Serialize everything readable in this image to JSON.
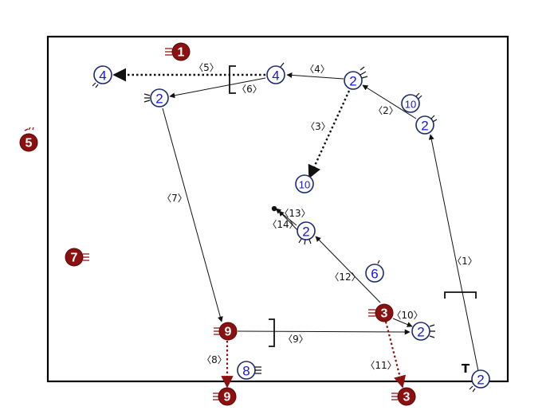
{
  "frame": {
    "border_color": "#000000"
  },
  "colors": {
    "red_stone": "#8b1010",
    "blue_text": "#1414e6",
    "stone_outline": "#1a2a6e"
  },
  "nodes": [
    {
      "id": "r1",
      "label": "1",
      "style": "red"
    },
    {
      "id": "r5",
      "label": "5",
      "style": "red"
    },
    {
      "id": "r7",
      "label": "7",
      "style": "red"
    },
    {
      "id": "w4a",
      "label": "4",
      "style": "white"
    },
    {
      "id": "w4b",
      "label": "4",
      "style": "white"
    },
    {
      "id": "w2a",
      "label": "2",
      "style": "white"
    },
    {
      "id": "w2b",
      "label": "2",
      "style": "white"
    },
    {
      "id": "w10a",
      "label": "10",
      "style": "white"
    },
    {
      "id": "w2c",
      "label": "2",
      "style": "white"
    },
    {
      "id": "w10b",
      "label": "10",
      "style": "white"
    },
    {
      "id": "w2d",
      "label": "2",
      "style": "white"
    },
    {
      "id": "w6",
      "label": "6",
      "style": "white"
    },
    {
      "id": "r3a",
      "label": "3",
      "style": "red"
    },
    {
      "id": "w2e",
      "label": "2",
      "style": "white"
    },
    {
      "id": "r9a",
      "label": "9",
      "style": "red"
    },
    {
      "id": "w8",
      "label": "8",
      "style": "white"
    },
    {
      "id": "w2f",
      "label": "2",
      "style": "white"
    },
    {
      "id": "r9b",
      "label": "9",
      "style": "red"
    },
    {
      "id": "r3b",
      "label": "3",
      "style": "red"
    }
  ],
  "edges": [
    {
      "id": "e1",
      "label": "〈1〉"
    },
    {
      "id": "e2",
      "label": "〈2〉"
    },
    {
      "id": "e3",
      "label": "〈3〉"
    },
    {
      "id": "e4",
      "label": "〈4〉"
    },
    {
      "id": "e5",
      "label": "〈5〉"
    },
    {
      "id": "e6",
      "label": "〈6〉"
    },
    {
      "id": "e7",
      "label": "〈7〉"
    },
    {
      "id": "e8",
      "label": "〈8〉"
    },
    {
      "id": "e9",
      "label": "〈9〉"
    },
    {
      "id": "e10",
      "label": "〈10〉"
    },
    {
      "id": "e11",
      "label": "〈11〉"
    },
    {
      "id": "e12",
      "label": "〈12〉"
    },
    {
      "id": "e13",
      "label": "〈13〉"
    },
    {
      "id": "e14",
      "label": "〈14〉"
    }
  ],
  "markers": {
    "t_marker": "T"
  }
}
